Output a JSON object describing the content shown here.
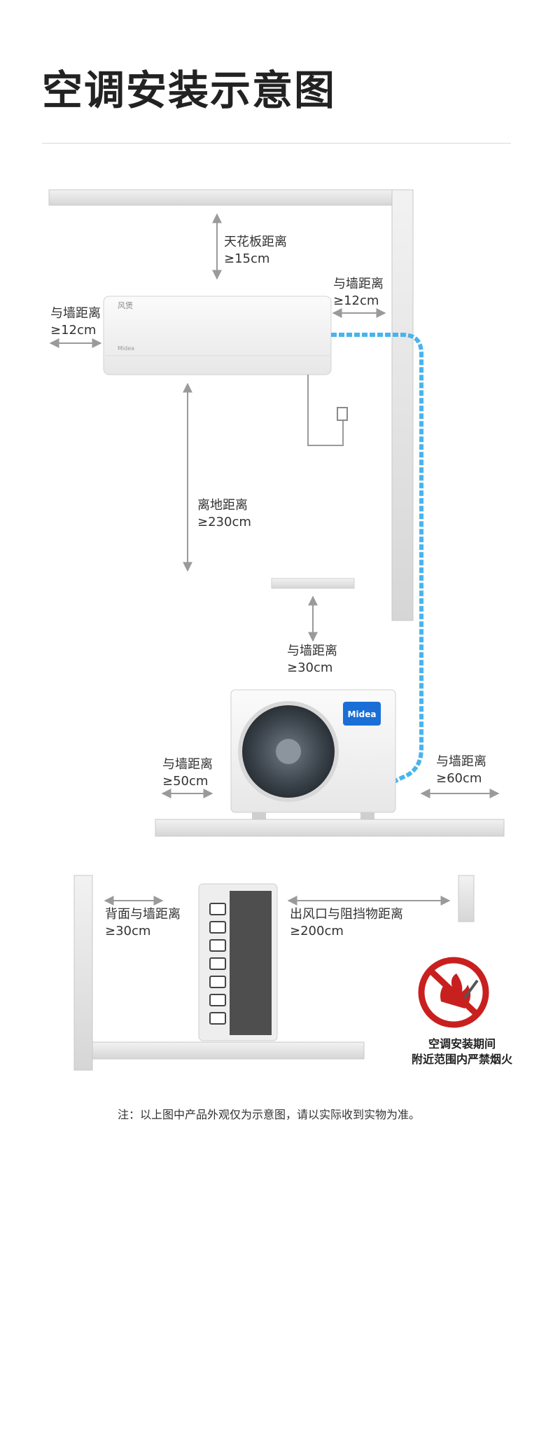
{
  "title": "空调安装示意图",
  "brand_indoor": "风煲",
  "brand_outdoor": "Midea",
  "labels": {
    "ceiling_name": "天花板距离",
    "ceiling_value": "≥15cm",
    "left_wall_name": "与墙距离",
    "left_wall_value": "≥12cm",
    "right_wall_name": "与墙距离",
    "right_wall_value": "≥12cm",
    "floor_name": "离地距离",
    "floor_value": "≥230cm",
    "outdoor_top_name": "与墙距离",
    "outdoor_top_value": "≥30cm",
    "outdoor_left_name": "与墙距离",
    "outdoor_left_value": "≥50cm",
    "outdoor_right_name": "与墙距离",
    "outdoor_right_value": "≥60cm",
    "back_wall_name": "背面与墙距离",
    "back_wall_value": "≥30cm",
    "outlet_name": "出风口与阻挡物距离",
    "outlet_value": "≥200cm"
  },
  "warning_line1": "空调安装期间",
  "warning_line2": "附近范围内严禁烟火",
  "note": "注：以上图中产品外观仅为示意图，请以实际收到实物为准。",
  "colors": {
    "pipe": "#49b3ee",
    "wall": "#e2e2e2",
    "arrow": "#9a9a9a",
    "warning_red": "#c8201f",
    "brand_blue": "#1a6fd6"
  }
}
